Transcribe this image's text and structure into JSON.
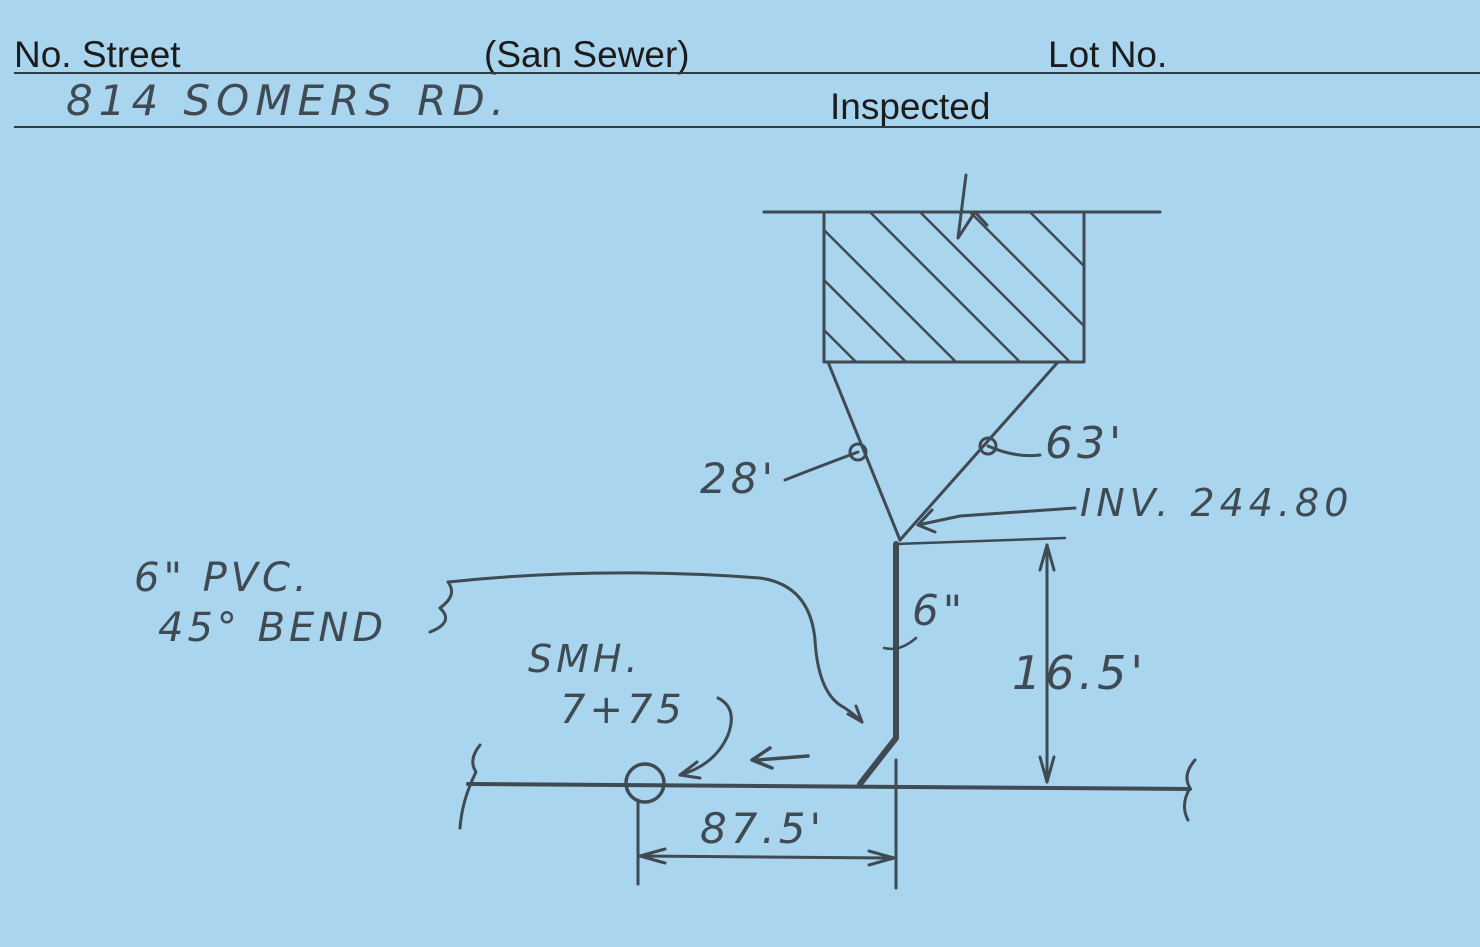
{
  "header": {
    "no_street_label": "No. Street",
    "sewer_type_label": "(San Sewer)",
    "lot_no_label": "Lot No.",
    "inspected_label": "Inspected",
    "address_value": "814 SOMERS RD."
  },
  "sketch": {
    "dist_left": "28'",
    "dist_right": "63'",
    "invert": "INV. 244.80",
    "fitting": "6\" PVC.",
    "bend": "45° BEND",
    "pipe_size": "6\"",
    "depth": "16.5'",
    "manhole": "SMH.",
    "station": "7+75",
    "offset": "87.5'"
  },
  "colors": {
    "card": "#a9d5ef",
    "ink": "#3f4a52",
    "pencil": "#55606a"
  }
}
